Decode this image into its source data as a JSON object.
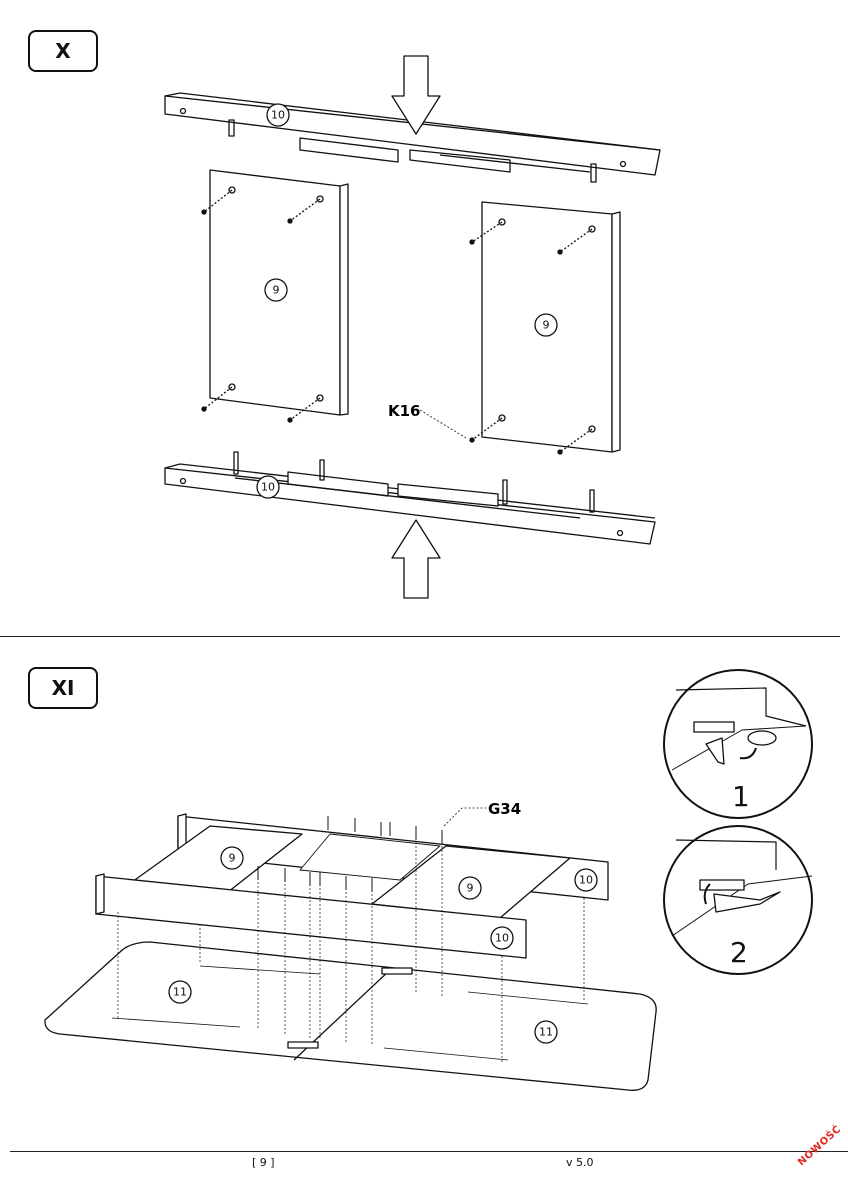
{
  "steps": {
    "x_label": "X",
    "xi_label": "XI"
  },
  "parts": {
    "top_rail": "10",
    "bottom_rail": "10",
    "left_panel": "9",
    "right_panel": "9",
    "xi_panel_left": "9",
    "xi_panel_right": "9",
    "xi_rail_back": "10",
    "xi_rail_front": "10",
    "top_left": "11",
    "top_right": "11"
  },
  "codes": {
    "k16": "K16",
    "g34": "G34"
  },
  "detail": {
    "step_1": "1",
    "step_2": "2"
  },
  "footer": {
    "page": "[ 9 ]",
    "version": "v 5.0",
    "badge": "NOWOŚĆ"
  },
  "colors": {
    "line": "#111111",
    "badge_red": "#e0261d"
  }
}
